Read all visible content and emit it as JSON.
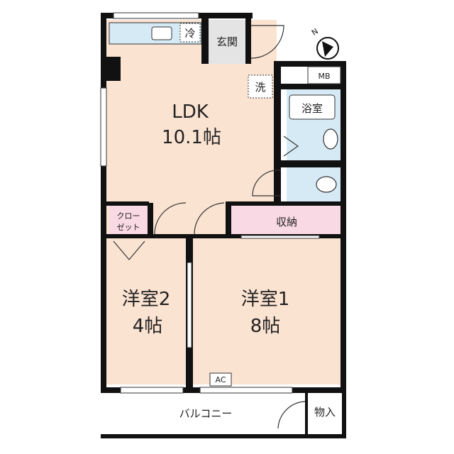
{
  "rooms": {
    "ldk_name": "LDK",
    "ldk_size": "10.1帖",
    "room1_name": "洋室1",
    "room1_size": "8帖",
    "room2_name": "洋室2",
    "room2_size": "4帖",
    "entrance": "玄関",
    "bath": "浴室",
    "storage": "収納",
    "closet_line1": "クロー",
    "closet_line2": "ゼット",
    "balcony": "バルコニー",
    "outdoor_storage": "物入"
  },
  "markers": {
    "fridge": "冷",
    "washer": "洗",
    "meter_box": "MB",
    "air_conditioner": "AC",
    "north": "N"
  },
  "colors": {
    "room_fill": "#fbe3d2",
    "wet_fill": "#d6eaf6",
    "storage_fill": "#f9d9e4",
    "entrance_fill": "#e4e4e4",
    "wall": "#111111"
  }
}
